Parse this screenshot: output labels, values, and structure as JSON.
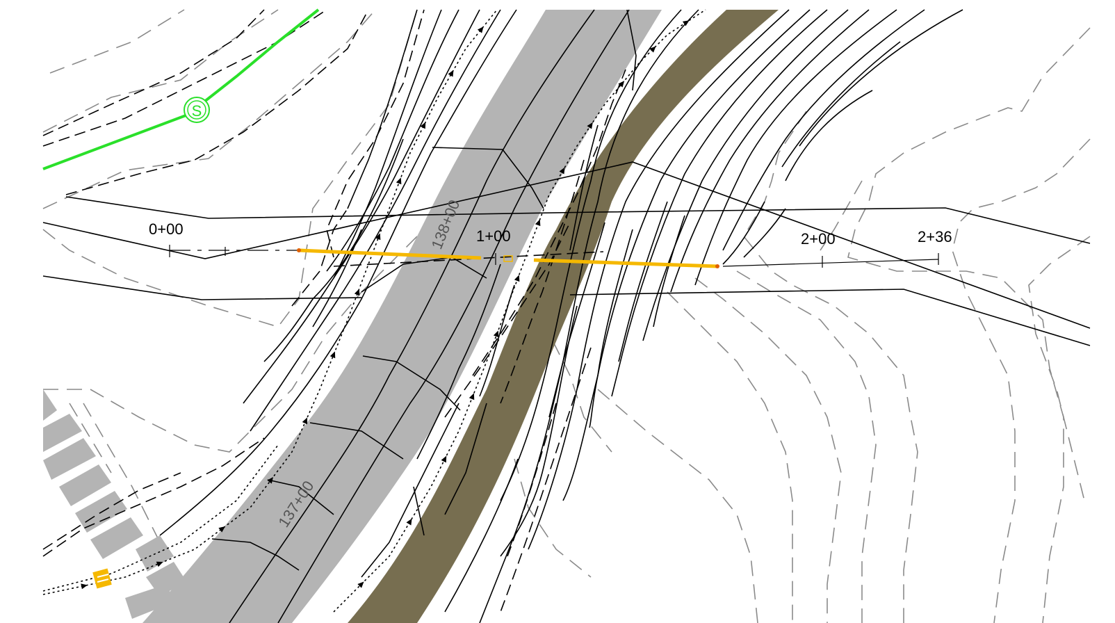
{
  "drawing": {
    "profile_stations": [
      "0+00",
      "1+00",
      "2+00",
      "2+36"
    ],
    "road_chainages": [
      "138+00",
      "137+00"
    ],
    "marker_symbol": "S"
  },
  "colors": {
    "road_fill": "#b4b4b4",
    "channel_fill": "#776e50",
    "section_line": "#f5b800",
    "utility_line": "#2ae02a",
    "crosswalk": "#b4b4b4",
    "existing_contour": "#8a8a8a"
  },
  "icons": {
    "marker": "sewer-manhole-icon",
    "structure": "catch-basin-icon"
  }
}
